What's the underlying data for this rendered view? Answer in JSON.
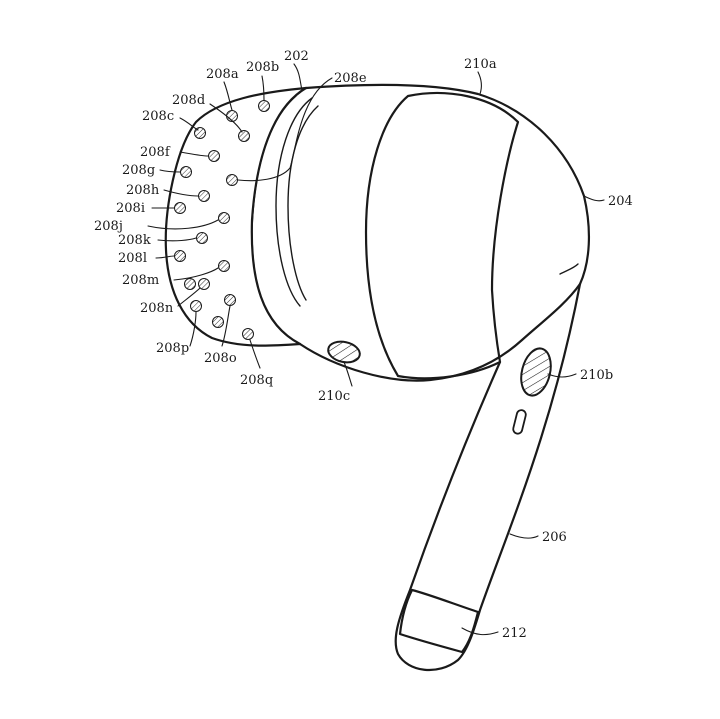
{
  "figure": {
    "ink_color": "#1a1a1a",
    "background_color": "#ffffff",
    "labels": {
      "l202": "202",
      "l204": "204",
      "l206": "206",
      "l210a": "210a",
      "l210b": "210b",
      "l210c": "210c",
      "l212": "212",
      "l208a": "208a",
      "l208b": "208b",
      "l208c": "208c",
      "l208d": "208d",
      "l208e": "208e",
      "l208f": "208f",
      "l208g": "208g",
      "l208h": "208h",
      "l208i": "208i",
      "l208j": "208j",
      "l208k": "208k",
      "l208l": "208l",
      "l208m": "208m",
      "l208n": "208n",
      "l208o": "208o",
      "l208p": "208p",
      "l208q": "208q"
    }
  }
}
